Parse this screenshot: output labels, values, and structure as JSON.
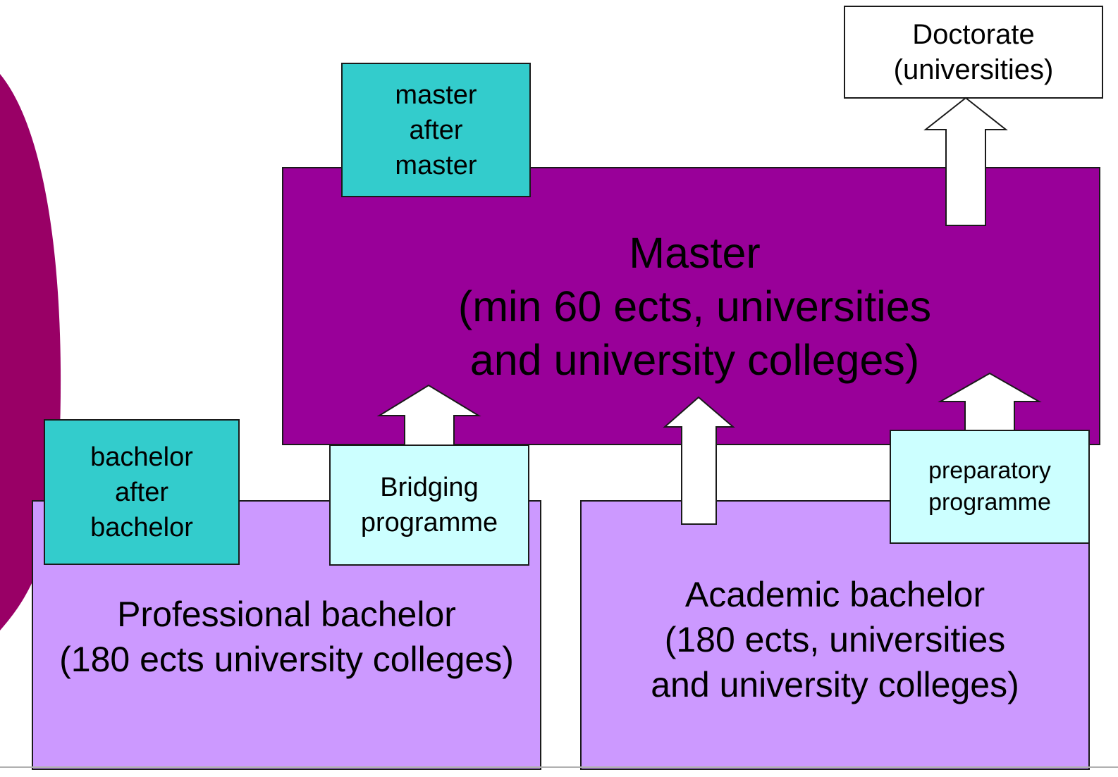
{
  "colors": {
    "decor_shape": "#990066",
    "master_fill": "#990099",
    "bachelor_fill": "#cc99ff",
    "teal_fill": "#33cccc",
    "light_cyan_fill": "#ccffff",
    "arrow_fill": "#ffffff"
  },
  "boxes": {
    "doctorate": "Doctorate\n(universities)",
    "master_after_master": "master\nafter\nmaster",
    "master": "Master\n(min 60 ects, universities\nand university colleges)",
    "bachelor_after_bachelor": "bachelor\nafter\nbachelor",
    "bridging": "Bridging\nprogramme",
    "preparatory": "preparatory\nprogramme",
    "professional_bachelor": "Professional bachelor\n(180 ects university colleges)",
    "academic_bachelor": "Academic bachelor\n(180 ects, universities\nand university colleges)"
  }
}
